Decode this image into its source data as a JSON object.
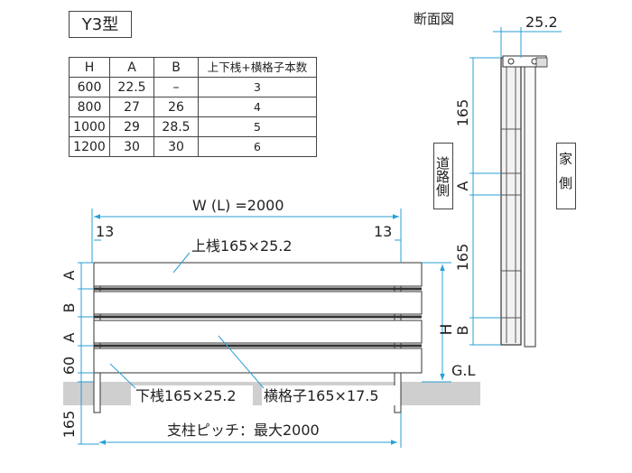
{
  "model": "Y3型",
  "section_title": "断面図",
  "spec_table": {
    "headers": [
      "H",
      "A",
      "B",
      "上下桟+横格子本数"
    ],
    "rows": [
      [
        "600",
        "22.5",
        "–",
        "3"
      ],
      [
        "800",
        "27",
        "26",
        "4"
      ],
      [
        "1000",
        "29",
        "28.5",
        "5"
      ],
      [
        "1200",
        "30",
        "30",
        "6"
      ]
    ]
  },
  "front": {
    "width_label": "W (L) =2000",
    "left_offset": "13",
    "right_offset": "13",
    "top_rail": "上桟165×25.2",
    "bottom_rail": "下桟165×25.2",
    "lattice": "横格子165×17.5",
    "post_pitch": "支柱ピッチ：最大2000",
    "gl": "G.L",
    "h": "H",
    "dim_a1": "A",
    "dim_b": "B",
    "dim_a2": "A",
    "dim_60": "60",
    "dim_165": "165"
  },
  "section": {
    "width": "25.2",
    "dim_top": "165",
    "dim_a": "A",
    "dim_mid": "165",
    "dim_b": "B",
    "road_side": "道路側",
    "house_side": "家側"
  }
}
